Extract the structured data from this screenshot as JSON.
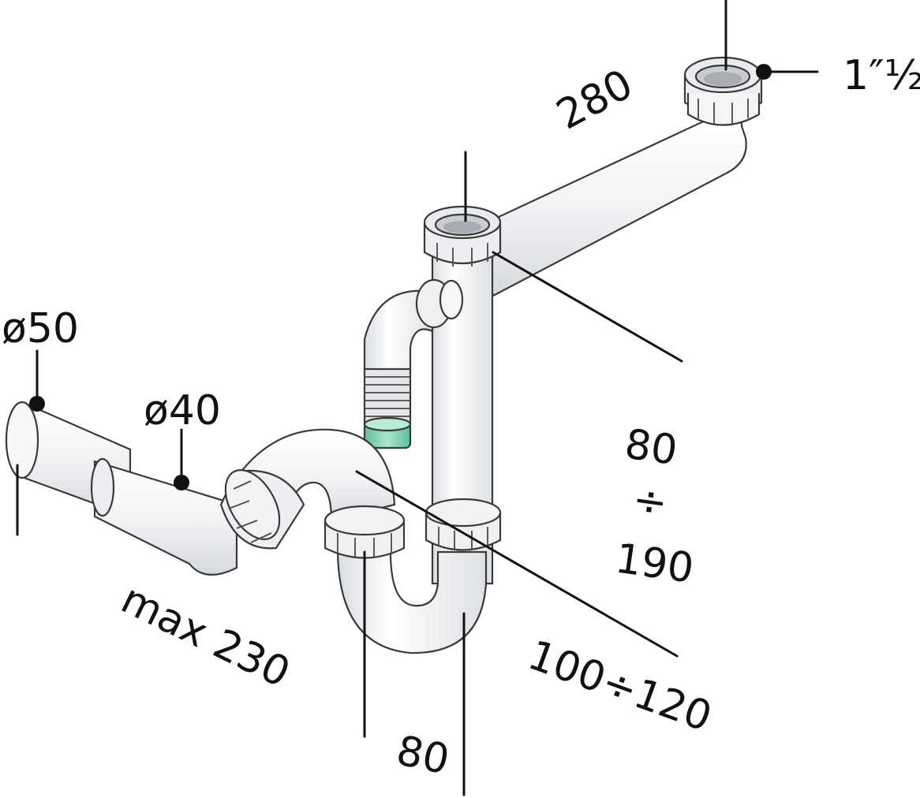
{
  "colors": {
    "pipe_fill": "#f4f5f7",
    "pipe_shade": "#dfe2e6",
    "outline": "#3a3a3a",
    "ink": "#111111",
    "connector_green": "#7fd0b0"
  },
  "labels": {
    "thread_size": "1″½",
    "length_top": "280",
    "outlet_diameter": "ø50",
    "pipe_diameter": "ø40",
    "range_upper_top": "80",
    "range_upper_sep": "÷",
    "range_upper_bottom": "190",
    "max_length": "max 230",
    "range_lower": "100÷120",
    "spacing_bottom": "80"
  }
}
